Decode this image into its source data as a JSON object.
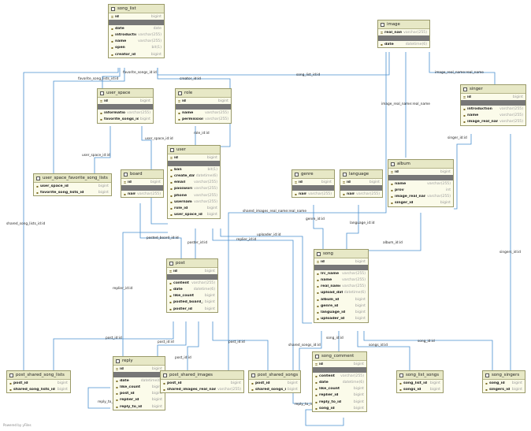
{
  "tables": {
    "song_list": {
      "name": "song_list",
      "key_column": {
        "name": "id",
        "type": "bigint"
      },
      "columns": [
        {
          "name": "date",
          "type": "date"
        },
        {
          "name": "introduction",
          "type": "varchar(255)"
        },
        {
          "name": "name",
          "type": "varchar(255)"
        },
        {
          "name": "open",
          "type": "bit(1)"
        },
        {
          "name": "creator_id",
          "type": "bigint"
        }
      ]
    },
    "image": {
      "name": "image",
      "key_column": {
        "name": "real_name",
        "type": "varchar(255)"
      },
      "columns": [
        {
          "name": "date",
          "type": "datetime(6)"
        }
      ]
    },
    "user_space": {
      "name": "user_space",
      "key_column": {
        "name": "id",
        "type": "bigint"
      },
      "columns": [
        {
          "name": "information",
          "type": "varchar(255)"
        },
        {
          "name": "favorite_songs_id",
          "type": "bigint"
        }
      ]
    },
    "role": {
      "name": "role",
      "key_column": {
        "name": "id",
        "type": "bigint"
      },
      "columns": [
        {
          "name": "name",
          "type": "varchar(255)"
        },
        {
          "name": "permission",
          "type": "varchar(255)"
        }
      ]
    },
    "singer": {
      "name": "singer",
      "key_column": {
        "name": "id",
        "type": "bigint"
      },
      "columns": [
        {
          "name": "introduction",
          "type": "varchar(255)"
        },
        {
          "name": "name",
          "type": "varchar(255)"
        },
        {
          "name": "image_real_name",
          "type": "varchar(255)"
        }
      ]
    },
    "user": {
      "name": "user",
      "key_column": {
        "name": "id",
        "type": "bigint"
      },
      "columns": [
        {
          "name": "ban",
          "type": "bit(1)"
        },
        {
          "name": "create_date",
          "type": "datetime(6)"
        },
        {
          "name": "email",
          "type": "varchar(255)"
        },
        {
          "name": "password",
          "type": "varchar(255)"
        },
        {
          "name": "phone",
          "type": "varchar(255)"
        },
        {
          "name": "username",
          "type": "varchar(255)"
        },
        {
          "name": "role_id",
          "type": "bigint"
        },
        {
          "name": "user_space_id",
          "type": "bigint"
        }
      ]
    },
    "user_space_favorite_song_lists": {
      "name": "user_space_favorite_song_lists",
      "columns": [
        {
          "name": "user_space_id",
          "type": "bigint"
        },
        {
          "name": "favorite_song_lists_id",
          "type": "bigint"
        }
      ]
    },
    "board": {
      "name": "board",
      "key_column": {
        "name": "id",
        "type": "bigint"
      },
      "columns": [
        {
          "name": "name",
          "type": "varchar(255)"
        }
      ]
    },
    "genre": {
      "name": "genre",
      "key_column": {
        "name": "id",
        "type": "bigint"
      },
      "columns": [
        {
          "name": "name",
          "type": "varchar(255)"
        }
      ]
    },
    "language": {
      "name": "language",
      "key_column": {
        "name": "id",
        "type": "bigint"
      },
      "columns": [
        {
          "name": "name",
          "type": "varchar(255)"
        }
      ]
    },
    "album": {
      "name": "album",
      "key_column": {
        "name": "id",
        "type": "bigint"
      },
      "columns": [
        {
          "name": "name",
          "type": "varchar(255)"
        },
        {
          "name": "prov",
          "type": "int"
        },
        {
          "name": "image_real_name",
          "type": "varchar(255)"
        },
        {
          "name": "singer_id",
          "type": "bigint"
        }
      ]
    },
    "post": {
      "name": "post",
      "key_column": {
        "name": "id",
        "type": "bigint"
      },
      "columns": [
        {
          "name": "content",
          "type": "varchar(255)"
        },
        {
          "name": "date",
          "type": "datetime(6)"
        },
        {
          "name": "like_count",
          "type": "bigint"
        },
        {
          "name": "posted_board_id",
          "type": "bigint"
        },
        {
          "name": "poster_id",
          "type": "bigint"
        }
      ]
    },
    "song": {
      "name": "song",
      "key_column": {
        "name": "id",
        "type": "bigint"
      },
      "columns": [
        {
          "name": "lrc_name",
          "type": "varchar(255)"
        },
        {
          "name": "name",
          "type": "varchar(255)"
        },
        {
          "name": "real_name",
          "type": "varchar(255)"
        },
        {
          "name": "upload_date",
          "type": "datetime(6)"
        },
        {
          "name": "album_id",
          "type": "bigint"
        },
        {
          "name": "genre_id",
          "type": "bigint"
        },
        {
          "name": "language_id",
          "type": "bigint"
        },
        {
          "name": "uploader_id",
          "type": "bigint"
        }
      ]
    },
    "song_comment": {
      "name": "song_comment",
      "key_column": {
        "name": "id",
        "type": "bigint"
      },
      "columns": [
        {
          "name": "content",
          "type": "varchar(255)"
        },
        {
          "name": "date",
          "type": "datetime(6)"
        },
        {
          "name": "like_count",
          "type": "bigint"
        },
        {
          "name": "replier_id",
          "type": "bigint"
        },
        {
          "name": "reply_to_id",
          "type": "bigint"
        },
        {
          "name": "song_id",
          "type": "bigint"
        }
      ]
    },
    "reply": {
      "name": "reply",
      "key_column": {
        "name": "id",
        "type": "bigint"
      },
      "columns": [
        {
          "name": "date",
          "type": "datetime(6)"
        },
        {
          "name": "like_count",
          "type": "bigint"
        },
        {
          "name": "post_id",
          "type": "bigint"
        },
        {
          "name": "replier_id",
          "type": "bigint"
        },
        {
          "name": "reply_to_id",
          "type": "bigint"
        }
      ]
    },
    "post_shared_song_lists": {
      "name": "post_shared_song_lists",
      "columns": [
        {
          "name": "post_id",
          "type": "bigint"
        },
        {
          "name": "shared_song_lists_id",
          "type": "bigint"
        }
      ]
    },
    "post_shared_images": {
      "name": "post_shared_images",
      "columns": [
        {
          "name": "post_id",
          "type": "bigint"
        },
        {
          "name": "shared_images_real_name",
          "type": "varchar(255)"
        }
      ]
    },
    "post_shared_songs": {
      "name": "post_shared_songs",
      "columns": [
        {
          "name": "post_id",
          "type": "bigint"
        },
        {
          "name": "shared_songs_id",
          "type": "bigint"
        }
      ]
    },
    "song_list_songs": {
      "name": "song_list_songs",
      "columns": [
        {
          "name": "song_list_id",
          "type": "bigint"
        },
        {
          "name": "songs_id",
          "type": "bigint"
        }
      ]
    },
    "song_singers": {
      "name": "song_singers",
      "columns": [
        {
          "name": "song_id",
          "type": "bigint"
        },
        {
          "name": "singers_id",
          "type": "bigint"
        }
      ]
    }
  },
  "relation_labels": {
    "favorite_songs_id": "favorite_songs_id:id",
    "favorite_song_lists_id": "favorite_song_lists_id:id",
    "creator_id": "creator_id:id",
    "song_list_id_top": "song_list_id:id",
    "image_real_name_top": "image_real_name:real_name",
    "image_real_name_mid": "image_real_name:real_name",
    "user_space_id_a": "user_space_id:id",
    "user_space_id_b": "user_space_id:id",
    "role_id": "role_id:id",
    "singer_id": "singer_id:id",
    "shared_song_lists_id": "shared_song_lists_id:id",
    "shared_images_real_name": "shared_images_real_name:real_name",
    "uploader_id": "uploader_id:id",
    "replier_id_song": "replier_id:id",
    "genre_id": "genre_id:id",
    "language_id": "language_id:id",
    "album_id": "album_id:id",
    "posted_board_id": "posted_board_id:id",
    "poster_id": "poster_id:id",
    "replier_id_reply": "replier_id:id",
    "singers_id": "singers_id:id",
    "post_id_a": "post_id:id",
    "post_id_b": "post_id:id",
    "post_id_c": "post_id:id",
    "post_id_d": "post_id:id",
    "shared_songs_id": "shared_songs_id:id",
    "song_id_a": "song_id:id",
    "songs_id": "songs_id:id",
    "song_id_b": "song_id:id",
    "reply_to_id_reply": "reply_to_id:id",
    "reply_to_id_comment": "reply_to_id:id"
  },
  "watermark": "Powered by yFiles",
  "colors": {
    "header": "#e7e8c6",
    "body": "#fbfbea",
    "separator": "#777777",
    "connector": "#4a90d0"
  }
}
